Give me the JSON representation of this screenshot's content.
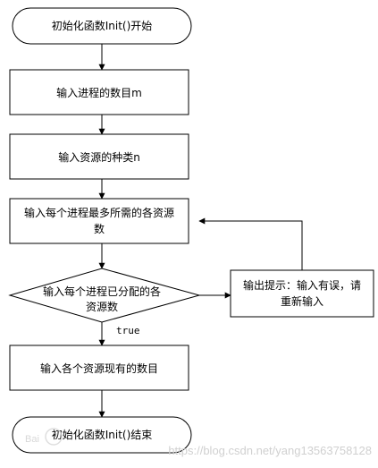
{
  "nodes": {
    "start": "初始化函数Init()开始",
    "input_m": "输入进程的数目m",
    "input_n": "输入资源的种类n",
    "input_max_line1": "输入每个进程最多所需的各资源",
    "input_max_line2": "数",
    "decision_line1": "输入每个进程已分配的各",
    "decision_line2": "资源数",
    "error_line1": "输出提示：输入有误，请",
    "error_line2": "重新输入",
    "input_available": "输入各个资源现有的数目",
    "end": "初始化函数Init()结束"
  },
  "edges": {
    "true_label": "true"
  },
  "watermark": {
    "logo_text": "Bai",
    "url_text": "https://blog.csdn.net/yang13563758128"
  }
}
